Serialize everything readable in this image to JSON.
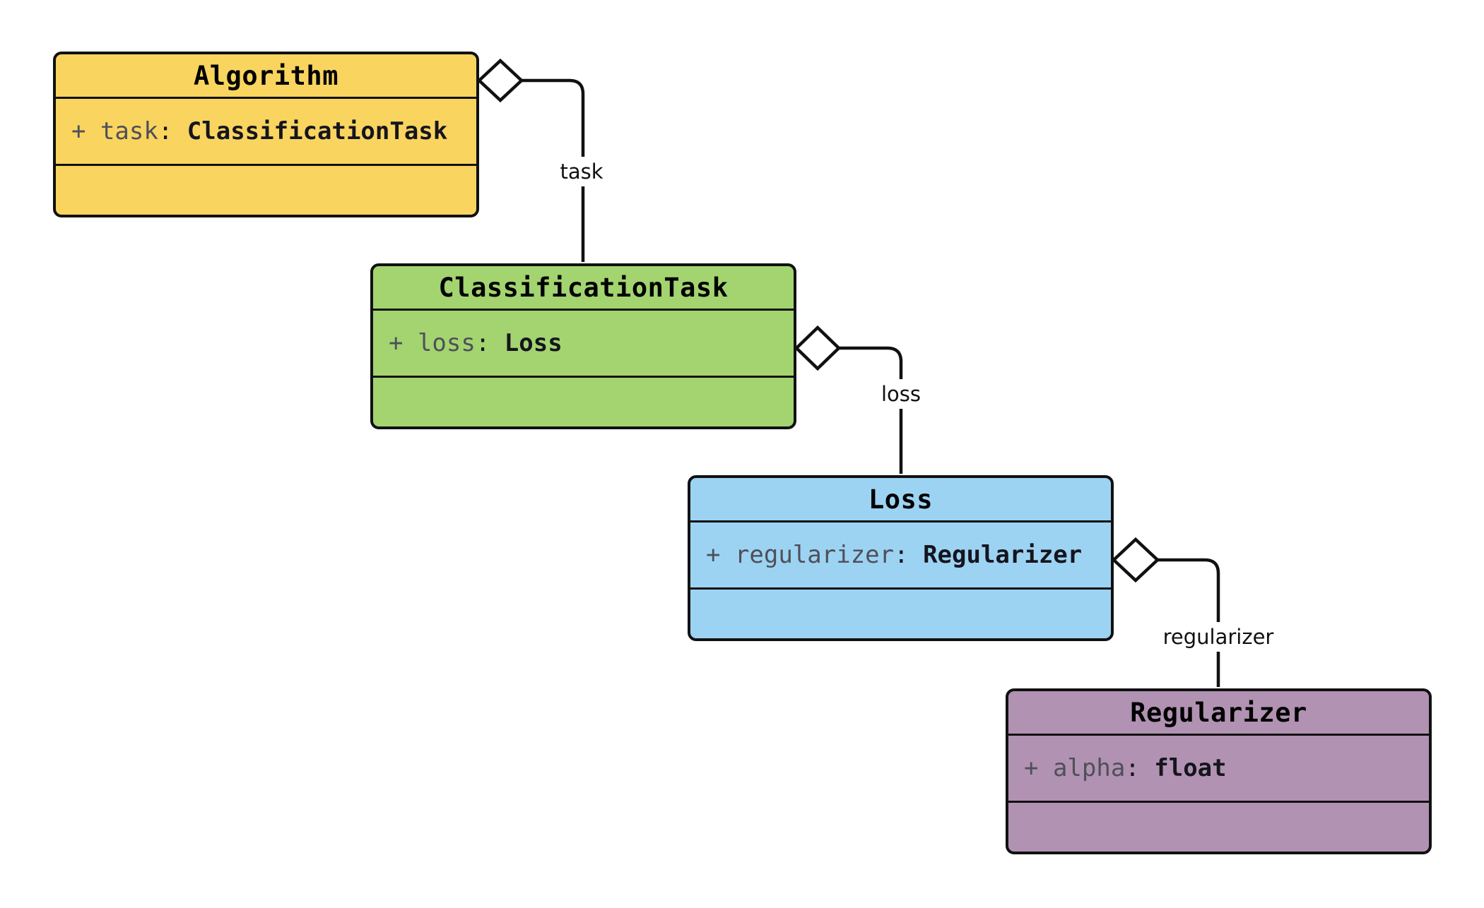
{
  "diagram": {
    "type": "uml-class-diagram",
    "classes": [
      {
        "name": "Algorithm",
        "attr_name": "+ task",
        "attr_sep": ": ",
        "attr_type": "ClassificationTask",
        "fill": "#F9D45F"
      },
      {
        "name": "ClassificationTask",
        "attr_name": "+ loss",
        "attr_sep": ": ",
        "attr_type": "Loss",
        "fill": "#A3D470"
      },
      {
        "name": "Loss",
        "attr_name": "+ regularizer",
        "attr_sep": ": ",
        "attr_type": "Regularizer",
        "fill": "#9DD3F2"
      },
      {
        "name": "Regularizer",
        "attr_name": "+ alpha",
        "attr_sep": ": ",
        "attr_type": "float",
        "fill": "#B192B2"
      }
    ],
    "edges": [
      {
        "from": "Algorithm",
        "to": "ClassificationTask",
        "label": "task",
        "kind": "aggregation"
      },
      {
        "from": "ClassificationTask",
        "to": "Loss",
        "label": "loss",
        "kind": "aggregation"
      },
      {
        "from": "Loss",
        "to": "Regularizer",
        "label": "regularizer",
        "kind": "aggregation"
      }
    ],
    "colors": {
      "border": "#111111",
      "line": "#111111",
      "attr_name_gray": "#4F4F59",
      "background": "#FFFFFF"
    }
  }
}
